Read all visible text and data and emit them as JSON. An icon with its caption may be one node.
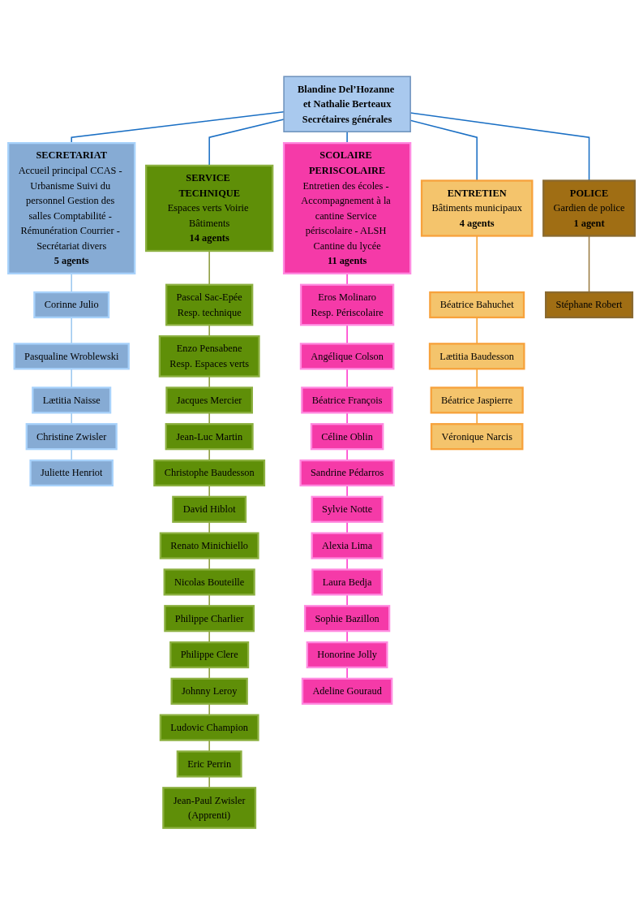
{
  "diagram": {
    "nodes": [
      {
        "text": [
          "Blandine Del’Hozanne et Nathalie Berteaux",
          "Secrétaires générales"
        ]
      },
      {
        "text": [
          "SECRETARIAT",
          "Accueil principal CCAS - Urbanisme Suivi du personnel Gestion des salles Comptabilité - Rémunération Courrier - Secrétariat divers",
          "5 agents"
        ]
      },
      {
        "text": [
          "SERVICE TECHNIQUE",
          "Espaces verts Voirie Bâtiments",
          "14 agents"
        ]
      },
      {
        "text": [
          "SCOLAIRE PERISCOLAIRE",
          "Entretien des écoles - Accompagnement à la cantine Service périscolaire - ALSH Cantine du lycée",
          "11 agents"
        ]
      },
      {
        "text": [
          "ENTRETIEN",
          "Bâtiments municipaux",
          "4 agents"
        ]
      },
      {
        "text": [
          "POLICE",
          "Gardien de police",
          "1 agent"
        ]
      },
      {
        "text": [
          "Corinne Julio"
        ]
      },
      {
        "text": [
          "Pasqualine Wroblewski"
        ]
      },
      {
        "text": [
          "Lætitia Naisse"
        ]
      },
      {
        "text": [
          "Christine Zwisler"
        ]
      },
      {
        "text": [
          "Juliette Henriot"
        ]
      },
      {
        "text": [
          "Pascal Sac-Epée",
          "Resp. technique"
        ]
      },
      {
        "text": [
          "Enzo Pensabene",
          "Resp. Espaces verts"
        ]
      },
      {
        "text": [
          "Jacques Mercier"
        ]
      },
      {
        "text": [
          "Jean-Luc Martin"
        ]
      },
      {
        "text": [
          "Christophe Baudesson"
        ]
      },
      {
        "text": [
          "David Hiblot"
        ]
      },
      {
        "text": [
          "Renato Minichiello"
        ]
      },
      {
        "text": [
          "Nicolas Bouteille"
        ]
      },
      {
        "text": [
          "Philippe Charlier"
        ]
      },
      {
        "text": [
          "Philippe Clere"
        ]
      },
      {
        "text": [
          "Johnny Leroy"
        ]
      },
      {
        "text": [
          "Ludovic Champion"
        ]
      },
      {
        "text": [
          "Eric Perrin"
        ]
      },
      {
        "text": [
          "Jean-Paul Zwisler",
          "(Apprenti)"
        ]
      },
      {
        "text": [
          "Eros Molinaro",
          "Resp. Périscolaire"
        ]
      },
      {
        "text": [
          "Angélique Colson"
        ]
      },
      {
        "text": [
          "Béatrice François"
        ]
      },
      {
        "text": [
          "Céline Oblin"
        ]
      },
      {
        "text": [
          "Sandrine Pédarros"
        ]
      },
      {
        "text": [
          "Sylvie Notte"
        ]
      },
      {
        "text": [
          "Alexia Lima"
        ]
      },
      {
        "text": [
          "Laura Bedja"
        ]
      },
      {
        "text": [
          "Sophie Bazillon"
        ]
      },
      {
        "text": [
          "Honorine Jolly"
        ]
      },
      {
        "text": [
          "Adeline Gouraud"
        ]
      },
      {
        "text": [
          "Béatrice Bahuchet"
        ]
      },
      {
        "text": [
          "Lætitia Baudesson"
        ]
      },
      {
        "text": [
          "Béatrice Jaspierre"
        ]
      },
      {
        "text": [
          "Véronique Narcis"
        ]
      },
      {
        "text": [
          "Stéphane Robert"
        ]
      }
    ],
    "edges": [
      {
        "from": 0,
        "to": 1,
        "arrow": "none",
        "color": "#1a6fc4"
      },
      {
        "from": 0,
        "to": 2,
        "arrow": "none",
        "color": "#1a6fc4"
      },
      {
        "from": 0,
        "to": 3,
        "arrow": "none",
        "color": "#1a6fc4"
      },
      {
        "from": 0,
        "to": 4,
        "arrow": "none",
        "color": "#1a6fc4"
      },
      {
        "from": 0,
        "to": 5,
        "arrow": "none",
        "color": "#1a6fc4"
      },
      {
        "from": 1,
        "to": 6,
        "arrow": "none",
        "color": "#9cc8f0"
      },
      {
        "from": 6,
        "to": 7,
        "arrow": "none",
        "color": "#9cc8f0"
      },
      {
        "from": 7,
        "to": 8,
        "arrow": "none",
        "color": "#9cc8f0"
      },
      {
        "from": 8,
        "to": 9,
        "arrow": "none",
        "color": "#9cc8f0"
      },
      {
        "from": 9,
        "to": 10,
        "arrow": "none",
        "color": "#9cc8f0"
      },
      {
        "from": 2,
        "to": 11,
        "arrow": "none"
      },
      {
        "from": 11,
        "to": 12,
        "arrow": "none"
      },
      {
        "from": 12,
        "to": 13,
        "arrow": "none"
      },
      {
        "from": 13,
        "to": 14,
        "arrow": "none"
      },
      {
        "from": 14,
        "to": 15,
        "arrow": "none"
      },
      {
        "from": 15,
        "to": 16,
        "arrow": "none"
      },
      {
        "from": 16,
        "to": 17,
        "arrow": "none"
      },
      {
        "from": 17,
        "to": 18,
        "arrow": "none"
      },
      {
        "from": 18,
        "to": 19,
        "arrow": "none"
      },
      {
        "from": 19,
        "to": 20,
        "arrow": "none"
      },
      {
        "from": 20,
        "to": 21,
        "arrow": "none"
      },
      {
        "from": 21,
        "to": 22,
        "arrow": "none"
      },
      {
        "from": 22,
        "to": 23,
        "arrow": "none"
      },
      {
        "from": 23,
        "to": 24,
        "arrow": "none"
      },
      {
        "from": 3,
        "to": 25,
        "arrow": "none",
        "color": "#ff33cc"
      },
      {
        "from": 25,
        "to": 26,
        "arrow": "none",
        "color": "#ff33cc"
      },
      {
        "from": 26,
        "to": 27,
        "arrow": "none",
        "color": "#ff33cc"
      },
      {
        "from": 27,
        "to": 28,
        "arrow": "none",
        "color": "#ff33cc"
      },
      {
        "from": 28,
        "to": 29,
        "arrow": "none",
        "color": "#ff33cc"
      },
      {
        "from": 29,
        "to": 30,
        "arrow": "none",
        "color": "#ff33cc"
      },
      {
        "from": 30,
        "to": 31,
        "arrow": "none",
        "color": "#ff33cc"
      },
      {
        "from": 31,
        "to": 32,
        "arrow": "none",
        "color": "#ff33cc"
      },
      {
        "from": 32,
        "to": 33,
        "arrow": "none",
        "color": "#ff33cc"
      },
      {
        "from": 33,
        "to": 34,
        "arrow": "none",
        "color": "#ff33cc"
      },
      {
        "from": 34,
        "to": 35,
        "arrow": "none",
        "color": "#ff33cc"
      },
      {
        "from": 4,
        "to": 36,
        "arrow": "none",
        "color": "#f5a030"
      },
      {
        "from": 36,
        "to": 37,
        "arrow": "none",
        "color": "#f5a030"
      },
      {
        "from": 37,
        "to": 38,
        "arrow": "none",
        "color": "#f5a030"
      },
      {
        "from": 38,
        "to": 39,
        "arrow": "none",
        "color": "#f5a030"
      },
      {
        "from": 5,
        "to": 40,
        "arrow": "none",
        "color": "#9a7a40"
      }
    ]
  }
}
